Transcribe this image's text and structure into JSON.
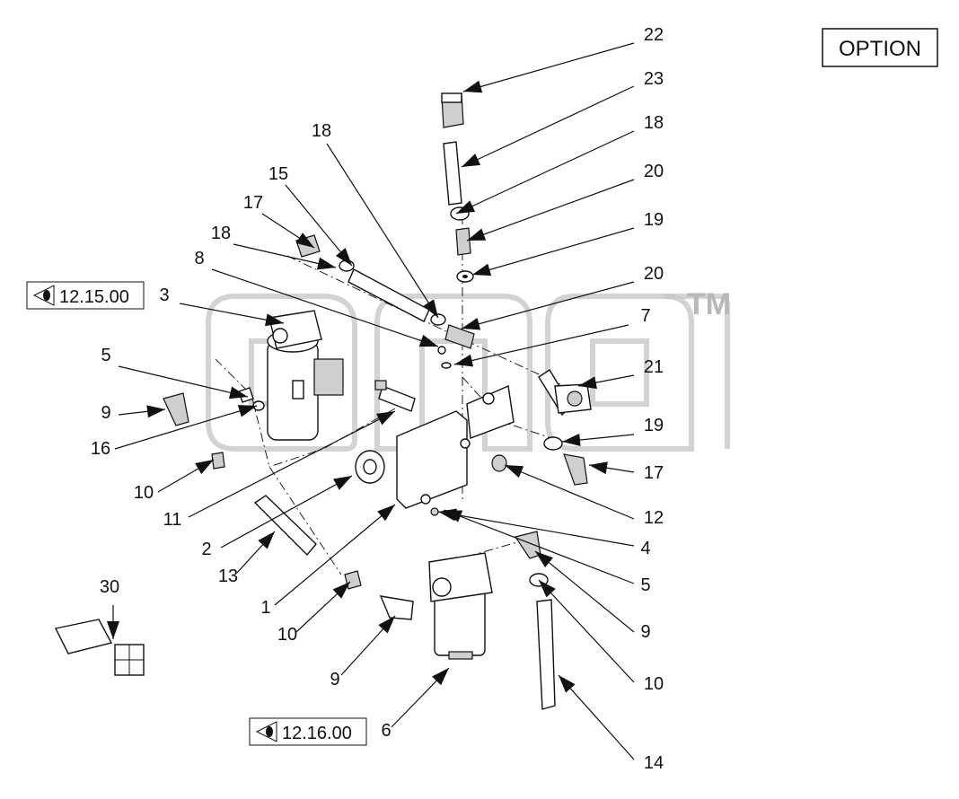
{
  "option_label": "OPTION",
  "watermark": {
    "text": "ana",
    "trademark": "TM"
  },
  "references": [
    {
      "id": "ref-12-15",
      "text": "12.15.00"
    },
    {
      "id": "ref-12-16",
      "text": "12.16.00"
    }
  ],
  "callouts": [
    "22",
    "23",
    "18",
    "20",
    "19",
    "20",
    "7",
    "21",
    "19",
    "17",
    "12",
    "4",
    "5",
    "9",
    "10",
    "14",
    "18",
    "15",
    "17",
    "18",
    "8",
    "3",
    "5",
    "9",
    "16",
    "10",
    "11",
    "2",
    "13",
    "1",
    "10",
    "9",
    "6",
    "30"
  ],
  "icons": {
    "eye": "eye-view-icon",
    "arrow": "arrowhead-icon"
  }
}
